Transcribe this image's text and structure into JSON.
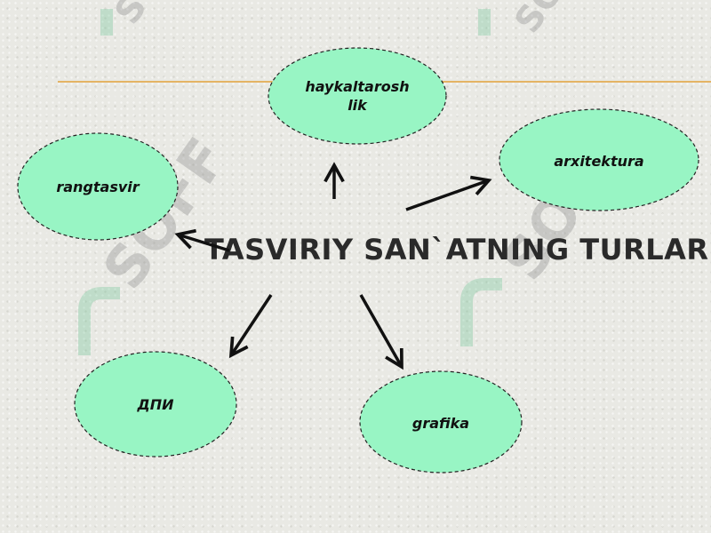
{
  "title": "TASVIRIY SAN`ATNING TURLAR",
  "watermark": "SOFF",
  "colors": {
    "node_fill": "#98f5c4",
    "node_stroke": "#222222",
    "arrow": "#111111",
    "accent_line": "#e2a23a",
    "watermark": "#7fc9a0"
  },
  "nodes": {
    "haykaltaroshlik": {
      "line1": "haykaltarosh",
      "line2": "lik"
    },
    "arxitektura": {
      "label": "arxitektura"
    },
    "rangtasvir": {
      "label": "rangtasvir"
    },
    "dpi": {
      "label": "ДПИ"
    },
    "grafika": {
      "label": "grafika"
    }
  }
}
